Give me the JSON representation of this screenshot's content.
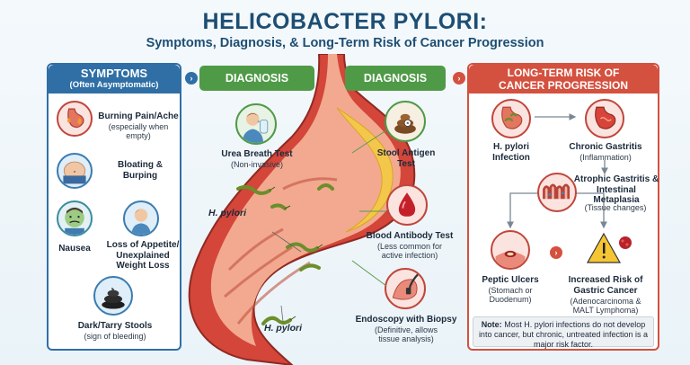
{
  "title": "HELICOBACTER PYLORI:",
  "subtitle": "Symptoms, Diagnosis, & Long-Term Risk of Cancer Progression",
  "colors": {
    "title": "#1d4e73",
    "symptoms_header": "#2f6fa6",
    "diagnosis_header": "#4f9a47",
    "risk_header": "#d4513f",
    "stomach_wall": "#d4453a",
    "lining": "#f3c84a"
  },
  "symptoms": {
    "header_line1": "SYMPTOMS",
    "header_line2": "(Often Asymptomatic)",
    "items": [
      {
        "label": "Burning Pain/Ache",
        "sub": "(especially when empty)",
        "icon": "stomach-pain-icon"
      },
      {
        "label": "Bloating & Burping",
        "sub": "",
        "icon": "bloated-belly-icon"
      },
      {
        "label": "Nausea",
        "sub": "",
        "icon": "nauseous-face-icon"
      },
      {
        "label": "Loss of Appetite/ Unexplained Weight Loss",
        "sub": "",
        "icon": "person-icon"
      },
      {
        "label": "Dark/Tarry Stools",
        "sub": "(sign of bleeding)",
        "icon": "dark-stool-icon"
      }
    ]
  },
  "diagnosis_left": {
    "header": "DIAGNOSIS",
    "items": [
      {
        "label": "Urea Breath Test",
        "sub": "(Non-invasive)",
        "icon": "breath-test-icon"
      }
    ]
  },
  "diagnosis_right": {
    "header": "DIAGNOSIS",
    "items": [
      {
        "label": "Stool Antigen Test",
        "sub": "",
        "icon": "stool-sample-icon"
      },
      {
        "label": "Blood Antibody Test",
        "sub": "(Less common for active infection)",
        "icon": "blood-drop-icon"
      },
      {
        "label": "Endoscopy with Biopsy",
        "sub": "(Definitive, allows tissue analysis)",
        "icon": "endoscope-icon"
      }
    ]
  },
  "bacteria_labels": [
    "H. pylori",
    "H. pylori"
  ],
  "risk": {
    "header_line1": "LONG-TERM RISK OF",
    "header_line2": "CANCER PROGRESSION",
    "stages": [
      {
        "label": "H. pylori Infection",
        "sub": "",
        "icon": "infected-stomach-icon"
      },
      {
        "label": "Chronic Gastritis",
        "sub": "(Inflammation)",
        "icon": "inflamed-stomach-icon"
      },
      {
        "label": "Atrophic Gastritis & Intestinal Metaplasia",
        "sub": "(Tissue changes)",
        "icon": "intestinal-tissue-icon"
      },
      {
        "label": "Peptic Ulcers",
        "sub": "(Stomach or Duodenum)",
        "icon": "ulcer-icon"
      },
      {
        "label": "Increased Risk of Gastric Cancer",
        "sub": "(Adenocarcinoma & MALT Lymphoma)",
        "icon": "warning-cancer-icon"
      }
    ],
    "note_bold": "Note:",
    "note_text": "Most H. pylori infections do not develop into cancer, but chronic, untreated infection is a major risk factor."
  }
}
